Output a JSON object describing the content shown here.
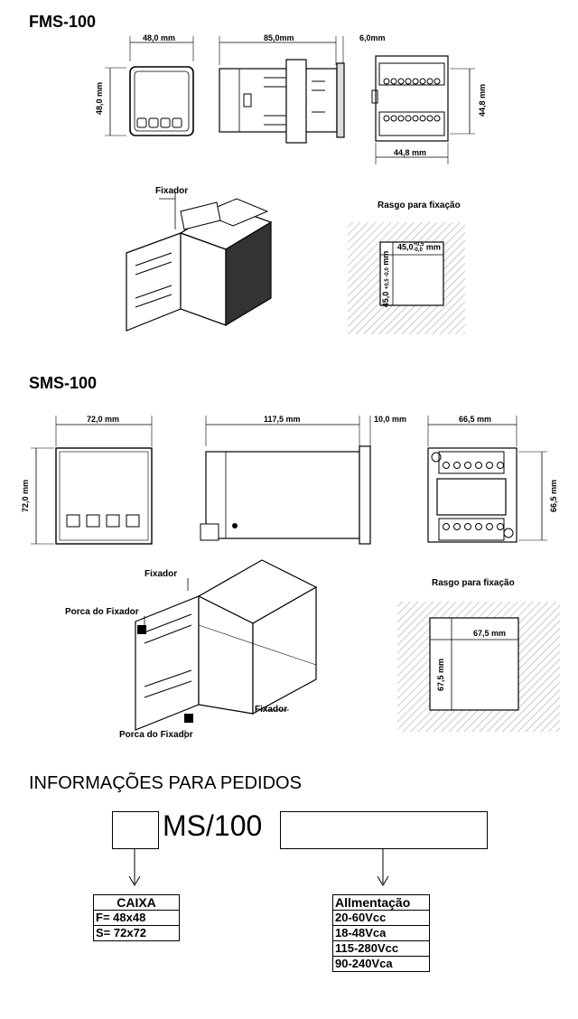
{
  "fms": {
    "title": "FMS-100",
    "dims": {
      "front_w": "48,0 mm",
      "front_h": "48,0 mm",
      "depth": "85,0mm",
      "panel": "6,0mm",
      "rear_w": "44,8 mm",
      "rear_h": "44,8 mm"
    },
    "fixador": "Fixador",
    "rasgo_title": "Rasgo para fixação",
    "rasgo_w": "45,0",
    "rasgo_w_tol_top": "+0,5",
    "rasgo_w_tol_bot": "-0,0",
    "rasgo_w_unit": "mm",
    "rasgo_h": "45,0",
    "rasgo_h_tol": "+0,5 -0,0",
    "rasgo_h_unit": "mm"
  },
  "sms": {
    "title": "SMS-100",
    "dims": {
      "front_w": "72,0 mm",
      "front_h": "72,0 mm",
      "depth": "117,5 mm",
      "panel": "10,0 mm",
      "rear_w": "66,5 mm",
      "rear_h": "66,5 mm"
    },
    "fixador_top": "Fixador",
    "porca_top": "Porca do Fixador",
    "fixador_bottom": "Fixador",
    "porca_bottom": "Porca do Fixador",
    "rasgo_title": "Rasgo para fixação",
    "rasgo_w": "67,5 mm",
    "rasgo_h": "67,5 mm"
  },
  "order": {
    "title": "INFORMAÇÕES PARA PEDIDOS",
    "model": "MS/100",
    "caixa_header": "CAIXA",
    "caixa_rows": [
      "F= 48x48",
      "S= 72x72"
    ],
    "alim_header": "Allmentação",
    "alim_rows": [
      "20-60Vcc",
      "18-48Vca",
      "115-280Vcc",
      "90-240Vca"
    ]
  }
}
